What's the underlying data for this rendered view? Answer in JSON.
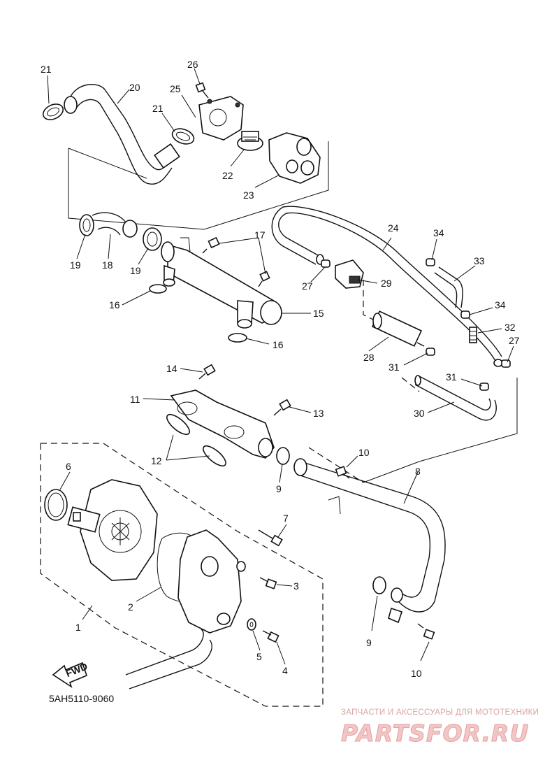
{
  "diagram": {
    "part_code": "5AH5110-9060",
    "fwd_label": "FWD",
    "callouts": [
      "1",
      "2",
      "3",
      "4",
      "5",
      "6",
      "7",
      "8",
      "9",
      "9",
      "10",
      "10",
      "11",
      "12",
      "13",
      "14",
      "15",
      "16",
      "16",
      "17",
      "18",
      "19",
      "19",
      "20",
      "21",
      "21",
      "22",
      "23",
      "24",
      "25",
      "26",
      "27",
      "27",
      "28",
      "29",
      "30",
      "31",
      "31",
      "32",
      "33",
      "34",
      "34"
    ]
  },
  "watermark": {
    "tagline": "ЗАПЧАСТИ И АКСЕССУАРЫ ДЛЯ МОТОТЕХНИКИ",
    "logo": "PARTSFOR.RU"
  }
}
